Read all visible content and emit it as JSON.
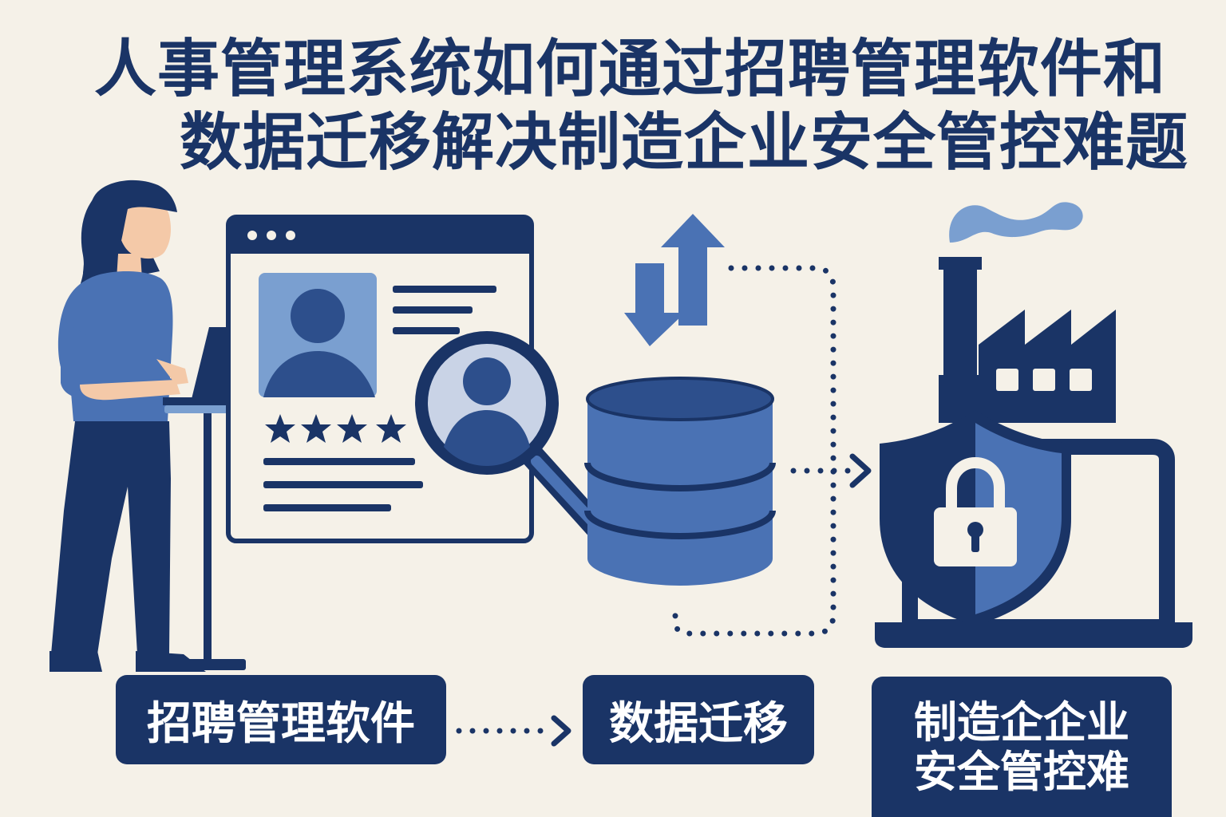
{
  "title": {
    "line1": "人事管理系统如何通过招聘管理软件和",
    "line2": "数据迁移解决制造企业安全管控难题"
  },
  "labels": {
    "recruitment": "招聘管理软件",
    "migration": "数据迁移",
    "security_line1": "制造企企业",
    "security_line2": "安全管控难"
  },
  "colors": {
    "background": "#f5f1e8",
    "navy": "#1a3466",
    "mid_blue": "#4a72b4",
    "light_blue": "#7a9fd0",
    "pale_blue": "#c9d3e6",
    "skin": "#f4c9a8"
  },
  "icons": [
    "woman-with-laptop",
    "resume-browser-window",
    "magnifier-icon",
    "sync-arrows-icon",
    "database-icon",
    "factory-icon",
    "shield-lock-icon",
    "laptop-icon"
  ]
}
